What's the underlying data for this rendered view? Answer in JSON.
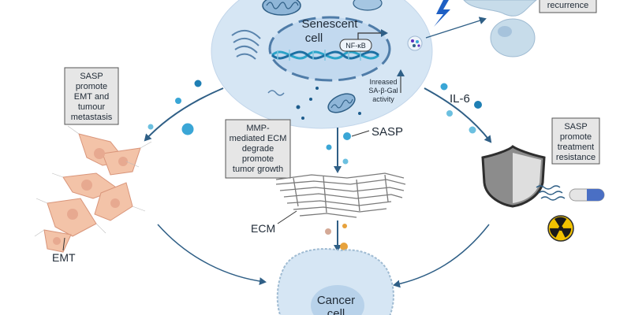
{
  "cell": {
    "title_line1": "Senescent",
    "title_line2": "cell",
    "nfkb": "NF-κB",
    "sa_gal_line1": "Inreased",
    "sa_gal_line2": "SA-β-Gal",
    "sa_gal_line3": "activity"
  },
  "recurrence": {
    "label": "recurrence"
  },
  "emt_box": {
    "lines": [
      "SASP",
      "promote",
      "EMT and",
      "tumour",
      "metastasis"
    ]
  },
  "ecm_box": {
    "lines": [
      "MMP-",
      "mediated ECM",
      "degrade",
      "promote",
      "tumor growth"
    ]
  },
  "resistance_box": {
    "lines": [
      "SASP",
      "promote",
      "treatment",
      "resistance"
    ]
  },
  "labels": {
    "sasp": "SASP",
    "il6": "IL-6",
    "ecm": "ECM",
    "emt": "EMT",
    "cancer_line1": "Cancer",
    "cancer_line2": "cell"
  },
  "colors": {
    "cell_fill": "#d6e6f4",
    "arrow": "#2f5f86",
    "dot": "#3aa6d6",
    "box_fill": "#e6e6e6",
    "box_stroke": "#555555",
    "emt_cell": "#f3c3a8",
    "shield": "#8c8c8c",
    "radiation": "#f2c200"
  }
}
